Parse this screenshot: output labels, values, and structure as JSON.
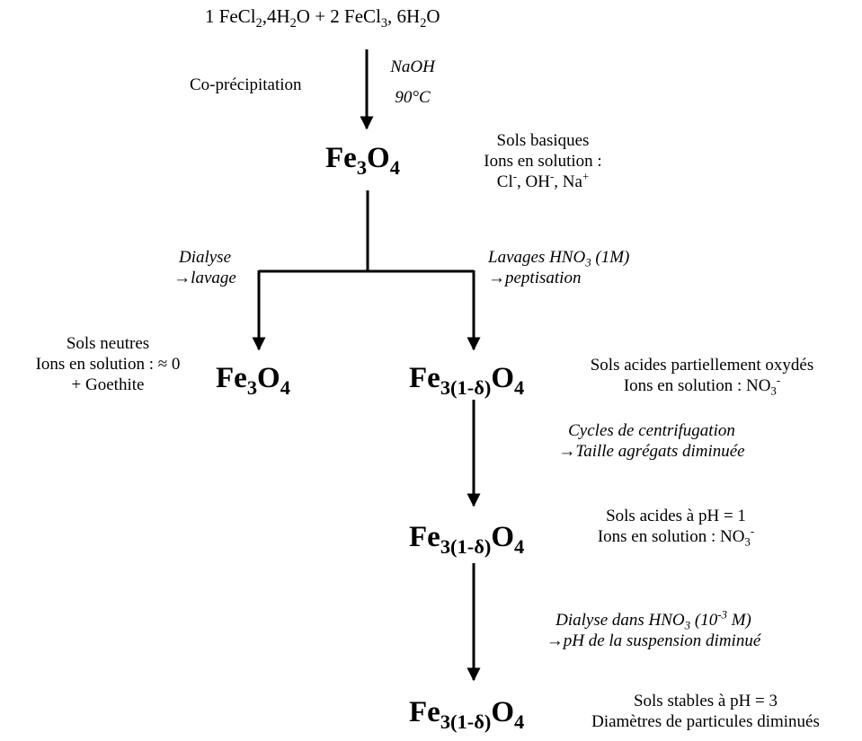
{
  "start": {
    "c1": "1 FeCl",
    "s1": "2",
    "c2": ",4H",
    "s2": "2",
    "c3": "O + 2 FeCl",
    "s3": "3",
    "c4": ", 6H",
    "s4": "2",
    "c5": "O"
  },
  "step1": {
    "label": "Co-précipitation",
    "reagent1": "NaOH",
    "reagent2": "90°C"
  },
  "node1": {
    "base1": "Fe",
    "sub1": "3",
    "base2": "O",
    "sub2": "4",
    "desc1": "Sols basiques",
    "desc2": "Ions en solution :",
    "ion1": "Cl",
    "ion1_sup": "-",
    "sep1": ", OH",
    "ion2_sup": "-",
    "sep2": ", Na",
    "ion3_sup": "+"
  },
  "branch_left": {
    "line1": "Dialyse",
    "line2": "→lavage"
  },
  "branch_right": {
    "line1a": "Lavages HNO",
    "line1_sub": "3",
    "line1b": " (1M)",
    "line2": "→peptisation"
  },
  "node2": {
    "base1": "Fe",
    "sub1": "3",
    "base2": "O",
    "sub2": "4",
    "desc1": "Sols neutres",
    "desc2": "Ions en solution : ≈ 0",
    "desc3": "+ Goethite"
  },
  "node3": {
    "base1": "Fe",
    "sub1": "3(1-δ)",
    "base2": "O",
    "sub2": "4",
    "desc1": "Sols acides partiellement  oxydés",
    "desc2a": "Ions en solution : NO",
    "desc2_sub": "3",
    "desc2_sup": "-"
  },
  "step2": {
    "line1": "Cycles de centrifugation",
    "line2": "→Taille agrégats diminuée"
  },
  "node4": {
    "base1": "Fe",
    "sub1": "3(1-δ)",
    "base2": "O",
    "sub2": "4",
    "desc1": "Sols acides à pH = 1",
    "desc2a": "Ions en solution : NO",
    "desc2_sub": "3",
    "desc2_sup": "-"
  },
  "step3": {
    "line1a": "Dialyse dans HNO",
    "line1_sub": "3",
    "line1b": " (10",
    "line1_sup": "-3",
    "line1c": " M)",
    "line2": "→pH  de la suspension diminué"
  },
  "node5": {
    "base1": "Fe",
    "sub1": "3(1-δ)",
    "base2": "O",
    "sub2": "4",
    "desc1": "Sols stables à pH = 3",
    "desc2": "Diamètres de particules diminués"
  }
}
